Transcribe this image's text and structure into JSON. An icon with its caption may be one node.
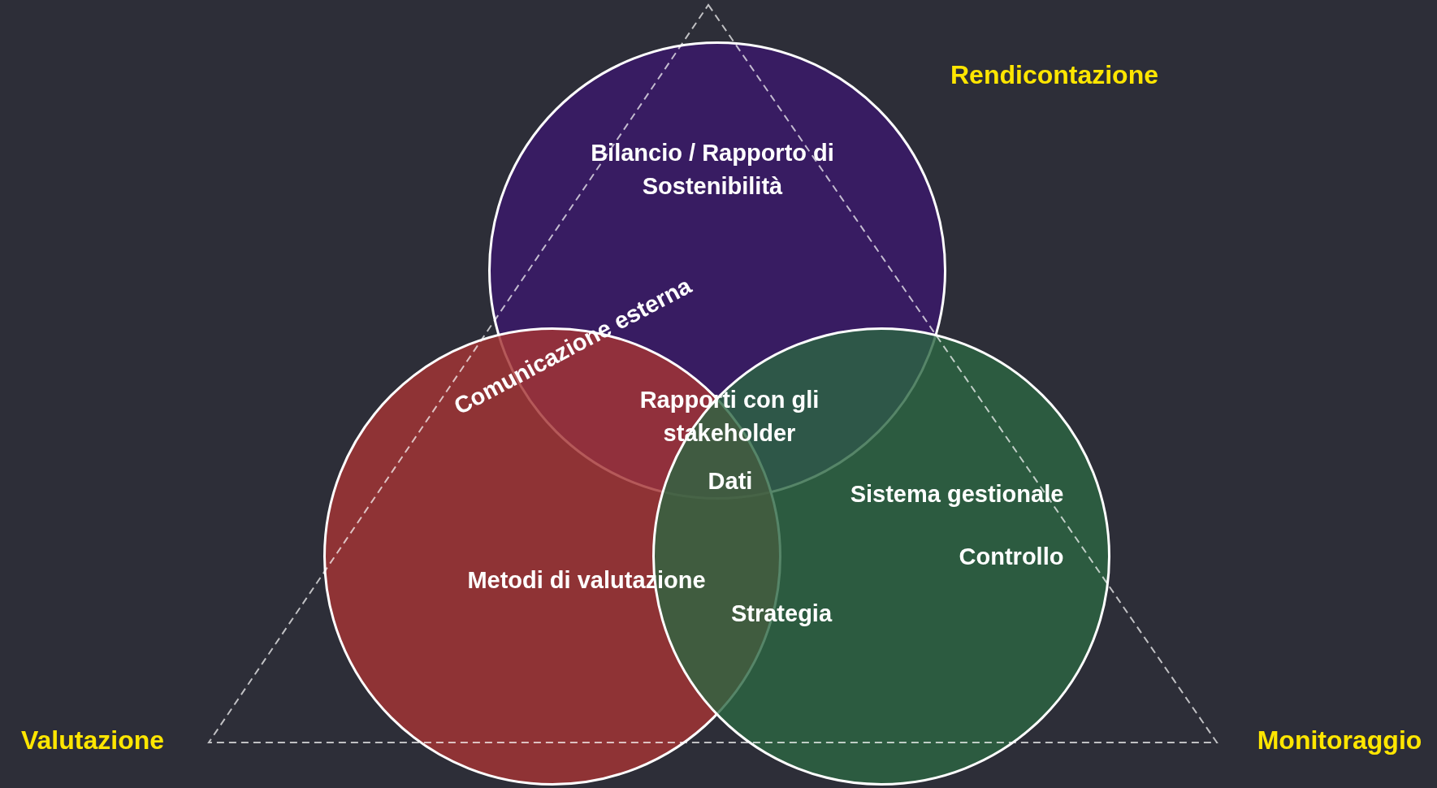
{
  "diagram": {
    "nodes": [
      {
        "text": [
          "Bilancio / Rapporto di Sostenibilità"
        ]
      },
      {
        "text": [
          "Metodi di valutazione"
        ]
      },
      {
        "text": [
          "Sistema gestionale",
          "Controllo"
        ]
      }
    ],
    "labels": [
      "Rendicontazione",
      "Comunicazione esterna",
      "Rapporti con gli stakeholder",
      "Dati",
      "Strategia",
      "Valutazione",
      "Monitoraggio"
    ]
  }
}
